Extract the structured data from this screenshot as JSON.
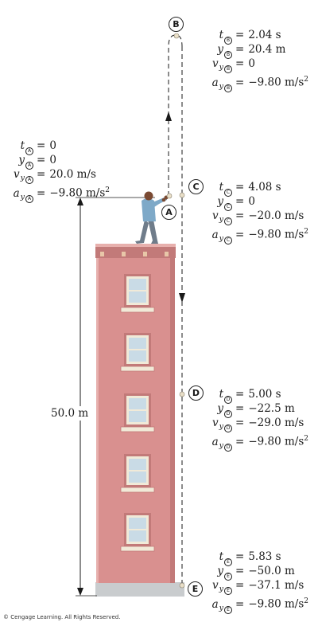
{
  "points": [
    {
      "id": "A",
      "rows": [
        {
          "sym": "t",
          "sub": "",
          "value": "0",
          "unit": ""
        },
        {
          "sym": "y",
          "sub": "",
          "value": "0",
          "unit": ""
        },
        {
          "sym": "v",
          "sub": "y",
          "value": "20.0",
          "unit": "m/s",
          "sup": ""
        },
        {
          "sym": "a",
          "sub": "y",
          "value": "−9.80",
          "unit": "m/s",
          "sup": "2"
        }
      ]
    },
    {
      "id": "B",
      "rows": [
        {
          "sym": "t",
          "sub": "",
          "value": "2.04",
          "unit": "s"
        },
        {
          "sym": "y",
          "sub": "",
          "value": "20.4",
          "unit": "m"
        },
        {
          "sym": "v",
          "sub": "y",
          "value": "0",
          "unit": ""
        },
        {
          "sym": "a",
          "sub": "y",
          "value": "−9.80",
          "unit": "m/s",
          "sup": "2"
        }
      ]
    },
    {
      "id": "C",
      "rows": [
        {
          "sym": "t",
          "sub": "",
          "value": "4.08",
          "unit": "s"
        },
        {
          "sym": "y",
          "sub": "",
          "value": "0",
          "unit": ""
        },
        {
          "sym": "v",
          "sub": "y",
          "value": "−20.0",
          "unit": "m/s"
        },
        {
          "sym": "a",
          "sub": "y",
          "value": "−9.80",
          "unit": "m/s",
          "sup": "2"
        }
      ]
    },
    {
      "id": "D",
      "rows": [
        {
          "sym": "t",
          "sub": "",
          "value": "5.00",
          "unit": "s"
        },
        {
          "sym": "y",
          "sub": "",
          "value": "−22.5",
          "unit": "m"
        },
        {
          "sym": "v",
          "sub": "y",
          "value": "−29.0",
          "unit": "m/s"
        },
        {
          "sym": "a",
          "sub": "y",
          "value": "−9.80",
          "unit": "m/s",
          "sup": "2"
        }
      ]
    },
    {
      "id": "E",
      "rows": [
        {
          "sym": "t",
          "sub": "",
          "value": "5.83",
          "unit": "s"
        },
        {
          "sym": "y",
          "sub": "",
          "value": "−50.0",
          "unit": "m"
        },
        {
          "sym": "v",
          "sub": "y",
          "value": "−37.1",
          "unit": "m/s"
        },
        {
          "sym": "a",
          "sub": "y",
          "value": "−9.80",
          "unit": "m/s",
          "sup": "2"
        }
      ]
    }
  ],
  "building_height_label": "50.0 m",
  "copyright": "© Cengage Learning. All Rights Reserved.",
  "colors": {
    "building": "#d9908f",
    "building_shade": "#c27a79",
    "building_light": "#e7b0ad",
    "window_frame": "#f1ead8",
    "window_glass": "#c9dbe6",
    "ground": "#c9ccce",
    "shirt": "#7ea9c8",
    "pants": "#6f7c8a",
    "skin": "#7a4a32",
    "ball": "#e9dfc8"
  }
}
